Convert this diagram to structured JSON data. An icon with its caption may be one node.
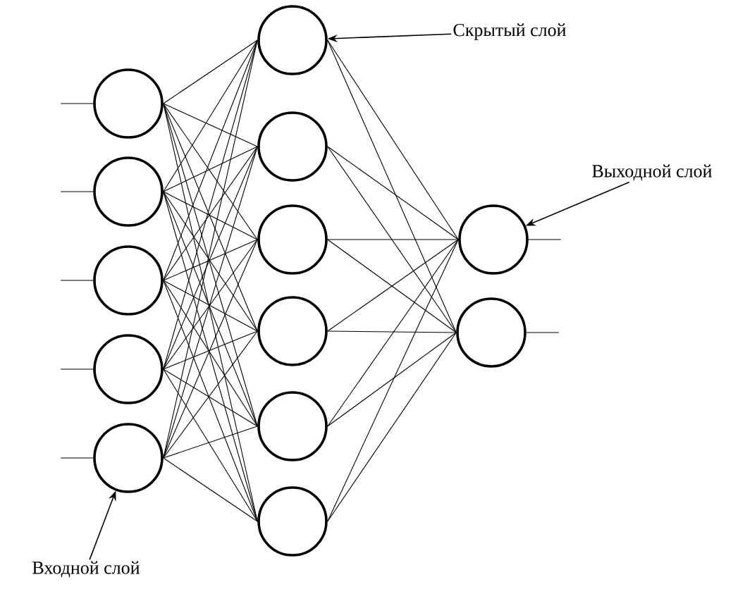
{
  "diagram": {
    "nodes": [
      {
        "text": [],
        "shape": "circle"
      },
      {
        "text": [],
        "shape": "circle"
      },
      {
        "text": [],
        "shape": "circle"
      },
      {
        "text": [],
        "shape": "circle"
      },
      {
        "text": [],
        "shape": "circle"
      },
      {
        "text": [],
        "shape": "circle"
      },
      {
        "text": [],
        "shape": "circle"
      },
      {
        "text": [],
        "shape": "circle"
      },
      {
        "text": [],
        "shape": "circle"
      },
      {
        "text": [],
        "shape": "circle"
      },
      {
        "text": [],
        "shape": "circle"
      },
      {
        "text": [],
        "shape": "circle"
      },
      {
        "text": [],
        "shape": "circle"
      },
      {
        "text": [
          "Скрытый слой"
        ]
      },
      {
        "text": [
          "Выходной слой"
        ]
      },
      {
        "text": [
          "Входной слой"
        ]
      }
    ],
    "edges": [
      {
        "from": null,
        "to": 0,
        "arrow": "none"
      },
      {
        "from": null,
        "to": 1,
        "arrow": "none"
      },
      {
        "from": null,
        "to": 2,
        "arrow": "none"
      },
      {
        "from": null,
        "to": 3,
        "arrow": "none"
      },
      {
        "from": null,
        "to": 4,
        "arrow": "none"
      },
      {
        "from": 0,
        "to": 5,
        "arrow": "none"
      },
      {
        "from": 0,
        "to": 6,
        "arrow": "none"
      },
      {
        "from": 0,
        "to": 7,
        "arrow": "none"
      },
      {
        "from": 0,
        "to": 8,
        "arrow": "none"
      },
      {
        "from": 0,
        "to": 9,
        "arrow": "none"
      },
      {
        "from": 0,
        "to": 10,
        "arrow": "none"
      },
      {
        "from": 1,
        "to": 5,
        "arrow": "none"
      },
      {
        "from": 1,
        "to": 6,
        "arrow": "none"
      },
      {
        "from": 1,
        "to": 7,
        "arrow": "none"
      },
      {
        "from": 1,
        "to": 8,
        "arrow": "none"
      },
      {
        "from": 1,
        "to": 9,
        "arrow": "none"
      },
      {
        "from": 1,
        "to": 10,
        "arrow": "none"
      },
      {
        "from": 2,
        "to": 5,
        "arrow": "none"
      },
      {
        "from": 2,
        "to": 6,
        "arrow": "none"
      },
      {
        "from": 2,
        "to": 7,
        "arrow": "none"
      },
      {
        "from": 2,
        "to": 8,
        "arrow": "none"
      },
      {
        "from": 2,
        "to": 9,
        "arrow": "none"
      },
      {
        "from": 2,
        "to": 10,
        "arrow": "none"
      },
      {
        "from": 3,
        "to": 5,
        "arrow": "none"
      },
      {
        "from": 3,
        "to": 6,
        "arrow": "none"
      },
      {
        "from": 3,
        "to": 7,
        "arrow": "none"
      },
      {
        "from": 3,
        "to": 8,
        "arrow": "none"
      },
      {
        "from": 3,
        "to": 9,
        "arrow": "none"
      },
      {
        "from": 3,
        "to": 10,
        "arrow": "none"
      },
      {
        "from": 4,
        "to": 5,
        "arrow": "none"
      },
      {
        "from": 4,
        "to": 6,
        "arrow": "none"
      },
      {
        "from": 4,
        "to": 7,
        "arrow": "none"
      },
      {
        "from": 4,
        "to": 8,
        "arrow": "none"
      },
      {
        "from": 4,
        "to": 9,
        "arrow": "none"
      },
      {
        "from": 4,
        "to": 10,
        "arrow": "none"
      },
      {
        "from": 5,
        "to": 11,
        "arrow": "none"
      },
      {
        "from": 5,
        "to": 12,
        "arrow": "none"
      },
      {
        "from": 6,
        "to": 11,
        "arrow": "none"
      },
      {
        "from": 6,
        "to": 12,
        "arrow": "none"
      },
      {
        "from": 7,
        "to": 11,
        "arrow": "none"
      },
      {
        "from": 7,
        "to": 12,
        "arrow": "none"
      },
      {
        "from": 8,
        "to": 11,
        "arrow": "none"
      },
      {
        "from": 8,
        "to": 12,
        "arrow": "none"
      },
      {
        "from": 9,
        "to": 11,
        "arrow": "none"
      },
      {
        "from": 9,
        "to": 12,
        "arrow": "none"
      },
      {
        "from": 10,
        "to": 11,
        "arrow": "none"
      },
      {
        "from": 10,
        "to": 12,
        "arrow": "none"
      },
      {
        "from": 11,
        "to": null,
        "arrow": "none"
      },
      {
        "from": 12,
        "to": null,
        "arrow": "none"
      },
      {
        "from": 13,
        "to": 5,
        "arrow": "to"
      },
      {
        "from": 14,
        "to": 11,
        "arrow": "to"
      },
      {
        "from": 15,
        "to": 4,
        "arrow": "to"
      }
    ]
  }
}
